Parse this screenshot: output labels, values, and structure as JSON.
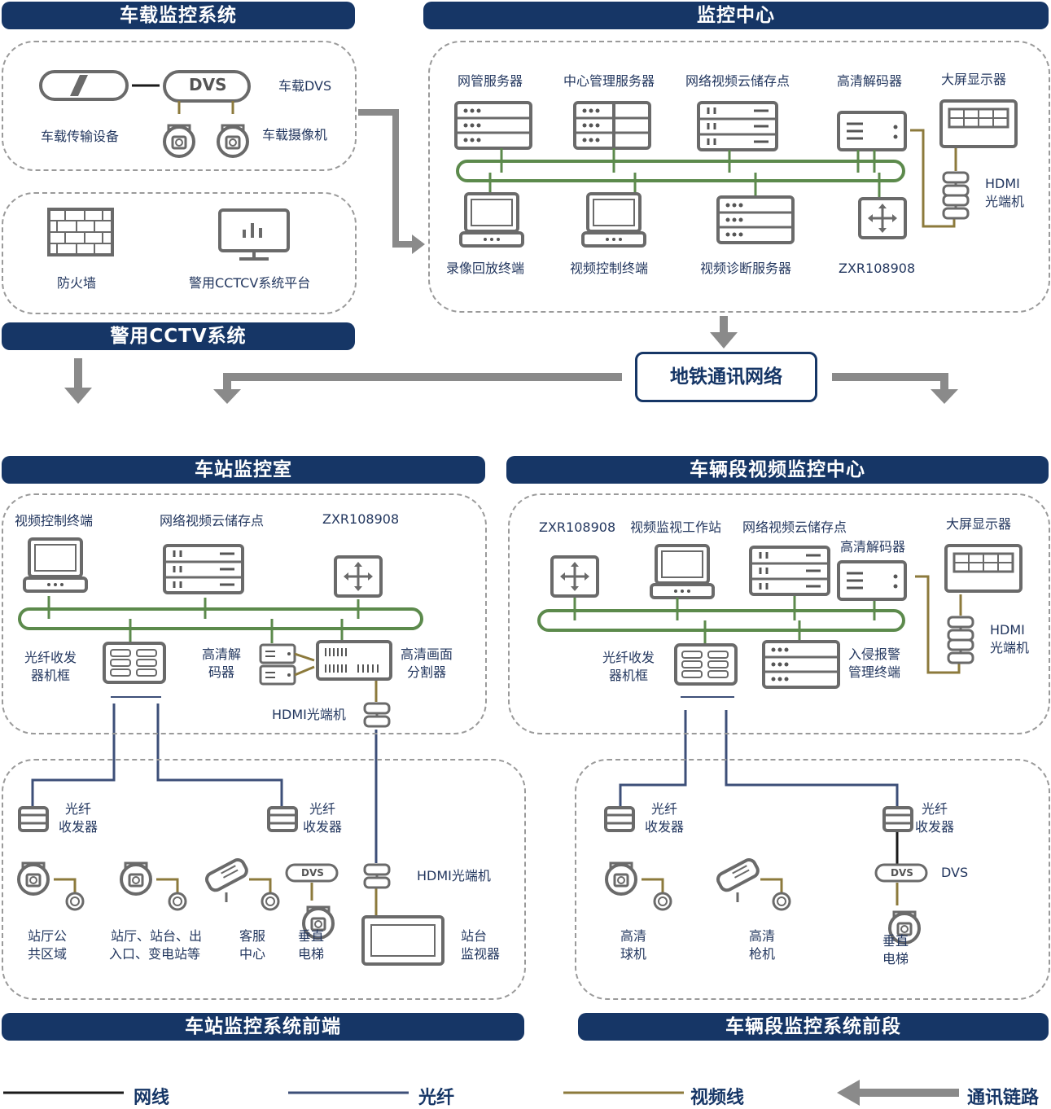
{
  "sections": {
    "vehicle_monitoring": "车载监控系统",
    "monitoring_center": "监控中心",
    "police_cctv": "警用CCTV系统",
    "metro_network": "地铁通讯网络",
    "station_room": "车站监控室",
    "depot_center": "车辆段视频监控中心",
    "station_front": "车站监控系统前端",
    "depot_front": "车辆段监控系统前段"
  },
  "vehicle": {
    "dvs_box": "DVS",
    "vehicle_dvs": "车载DVS",
    "transmission": "车载传输设备",
    "camera": "车载摄像机"
  },
  "police": {
    "firewall": "防火墙",
    "platform": "警用CCTCV系统平台"
  },
  "center": {
    "nms_server": "网管服务器",
    "mgmt_server": "中心管理服务器",
    "cloud_storage": "网络视频云储存点",
    "hd_decoder": "高清解码器",
    "big_screen": "大屏显示器",
    "hdmi_line1": "HDMI",
    "hdmi_line2": "光端机",
    "playback": "录像回放终端",
    "video_ctrl": "视频控制终端",
    "diag_server": "视频诊断服务器",
    "switch": "ZXR108908"
  },
  "station": {
    "video_ctrl": "视频控制终端",
    "cloud_storage": "网络视频云储存点",
    "switch": "ZXR108908",
    "fiber_frame_1": "光纤收发",
    "fiber_frame_2": "器机框",
    "decoder_1": "高清解",
    "decoder_2": "码器",
    "splitter_1": "高清画面",
    "splitter_2": "分割器",
    "hdmi": "HDMI光端机"
  },
  "station_front": {
    "fiber_1": "光纤",
    "fiber_2": "收发器",
    "fiber_b1": "光纤",
    "fiber_b2": "收发器",
    "dvs": "DVS",
    "hdmi": "HDMI光端机",
    "hall_1": "站厅公",
    "hall_2": "共区域",
    "platform_1": "站厅、站台、出",
    "platform_2": "入口、变电站等",
    "service_1": "客服",
    "service_2": "中心",
    "elevator_1": "垂直",
    "elevator_2": "电梯",
    "monitor_1": "站台",
    "monitor_2": "监视器"
  },
  "depot": {
    "switch": "ZXR108908",
    "workstation": "视频监视工作站",
    "cloud_storage": "网络视频云储存点",
    "hd_decoder": "高清解码器",
    "big_screen": "大屏显示器",
    "hdmi_1": "HDMI",
    "hdmi_2": "光端机",
    "fiber_frame_1": "光纤收发",
    "fiber_frame_2": "器机框",
    "intrusion_1": "入侵报警",
    "intrusion_2": "管理终端"
  },
  "depot_front": {
    "fiber_1": "光纤",
    "fiber_2": "收发器",
    "fiber_b1": "光纤",
    "fiber_b2": "收发器",
    "dvs_box": "DVS",
    "dvs": "DVS",
    "dome_1": "高清",
    "dome_2": "球机",
    "gun_1": "高清",
    "gun_2": "枪机",
    "elevator_1": "垂直",
    "elevator_2": "电梯"
  },
  "legend": {
    "network": "网线",
    "fiber": "光纤",
    "video": "视频线",
    "comm": "通讯链路"
  },
  "colors": {
    "network_line": "#1a1a1a",
    "fiber_line": "#3d4f78",
    "video_line": "#8c7a3c",
    "comm_arrow": "#8a8a8a",
    "ring": "#5c8a4c",
    "bar": "#163666"
  }
}
